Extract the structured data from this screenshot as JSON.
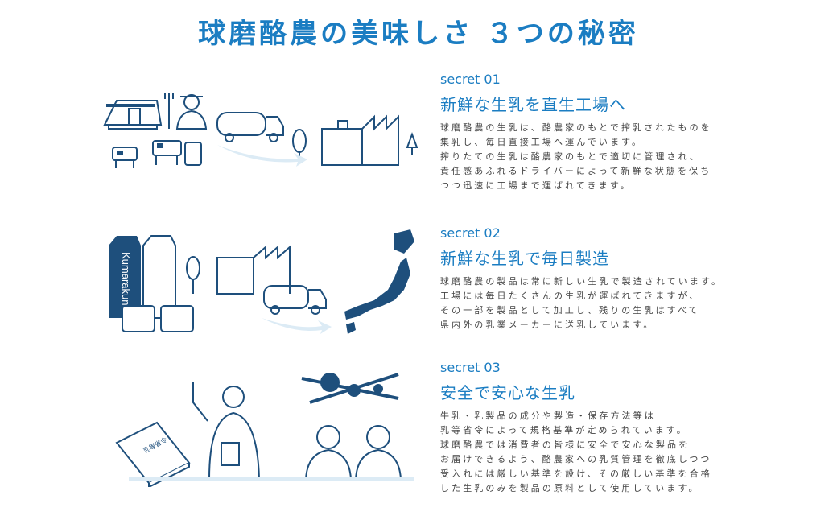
{
  "title": "球磨酪農の美味しさ ３つの秘密",
  "secrets": [
    {
      "label": "secret 01",
      "heading": "新鮮な生乳を直生工場へ",
      "body": [
        "球磨酪農の生乳は、酪農家のもとで搾乳されたものを",
        "集乳し、毎日直接工場へ運んでいます。",
        "搾りたての生乳は酪農家のもとで適切に管理され、",
        "責任感あふれるドライバーによって新鮮な状態を保ち",
        "つつ迅速に工場まで運ばれてきます。"
      ]
    },
    {
      "label": "secret 02",
      "heading": "新鮮な生乳で毎日製造",
      "body": [
        "球磨酪農の製品は常に新しい生乳で製造されています。",
        "工場には毎日たくさんの生乳が運ばれてきますが、",
        "その一部を製品として加工し、残りの生乳はすべて",
        "県内外の乳業メーカーに送乳しています。"
      ]
    },
    {
      "label": "secret 03",
      "heading": "安全で安心な生乳",
      "body": [
        "牛乳・乳製品の成分や製造・保存方法等は",
        "乳等省令によって規格基準が定められています。",
        "球磨酪農では消費者の皆様に安全で安心な製品を",
        "お届けできるよう、酪農家への乳質管理を徹底しつつ",
        "受入れには厳しい基準を設け、その厳しい基準を合格",
        "した生乳のみを製品の原料として使用しています。"
      ]
    }
  ],
  "illustrations": {
    "carton_brand": "Kumarakuno",
    "book_title": "乳等省令"
  },
  "colors": {
    "accent": "#1b7dc2",
    "ink": "#1e4f7c",
    "text": "#444444"
  }
}
